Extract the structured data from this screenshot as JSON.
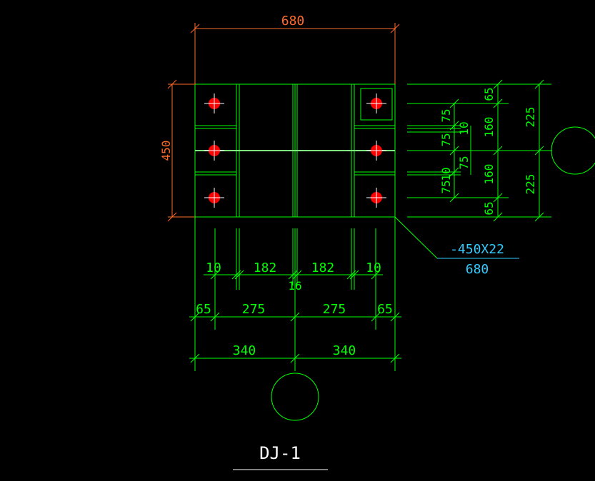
{
  "colors": {
    "background": "#000000",
    "geometry": "#00ff00",
    "dimension_top": "#ff6a2a",
    "dimension_left": "#ff6a2a",
    "bolt": "#ff0000",
    "bolt_cross": "#ffffff",
    "leader_text": "#33ccff",
    "title": "#ffffff"
  },
  "drawing": {
    "title": "DJ-1",
    "plate_spec_top": "-450X22",
    "plate_spec_bottom": "680",
    "top_width": "680",
    "left_height": "450",
    "right_dims": {
      "inner": [
        "75",
        "75",
        "75",
        "75"
      ],
      "inner_small": [
        "10",
        "10"
      ],
      "mid": [
        "65",
        "160",
        "160",
        "65"
      ],
      "outer": [
        "225",
        "225"
      ]
    },
    "bottom_dims": {
      "row1": [
        "10",
        "182",
        "182",
        "10"
      ],
      "row1_center": "16",
      "row2": [
        "65",
        "275",
        "275",
        "65"
      ],
      "row3": [
        "340",
        "340"
      ]
    }
  }
}
